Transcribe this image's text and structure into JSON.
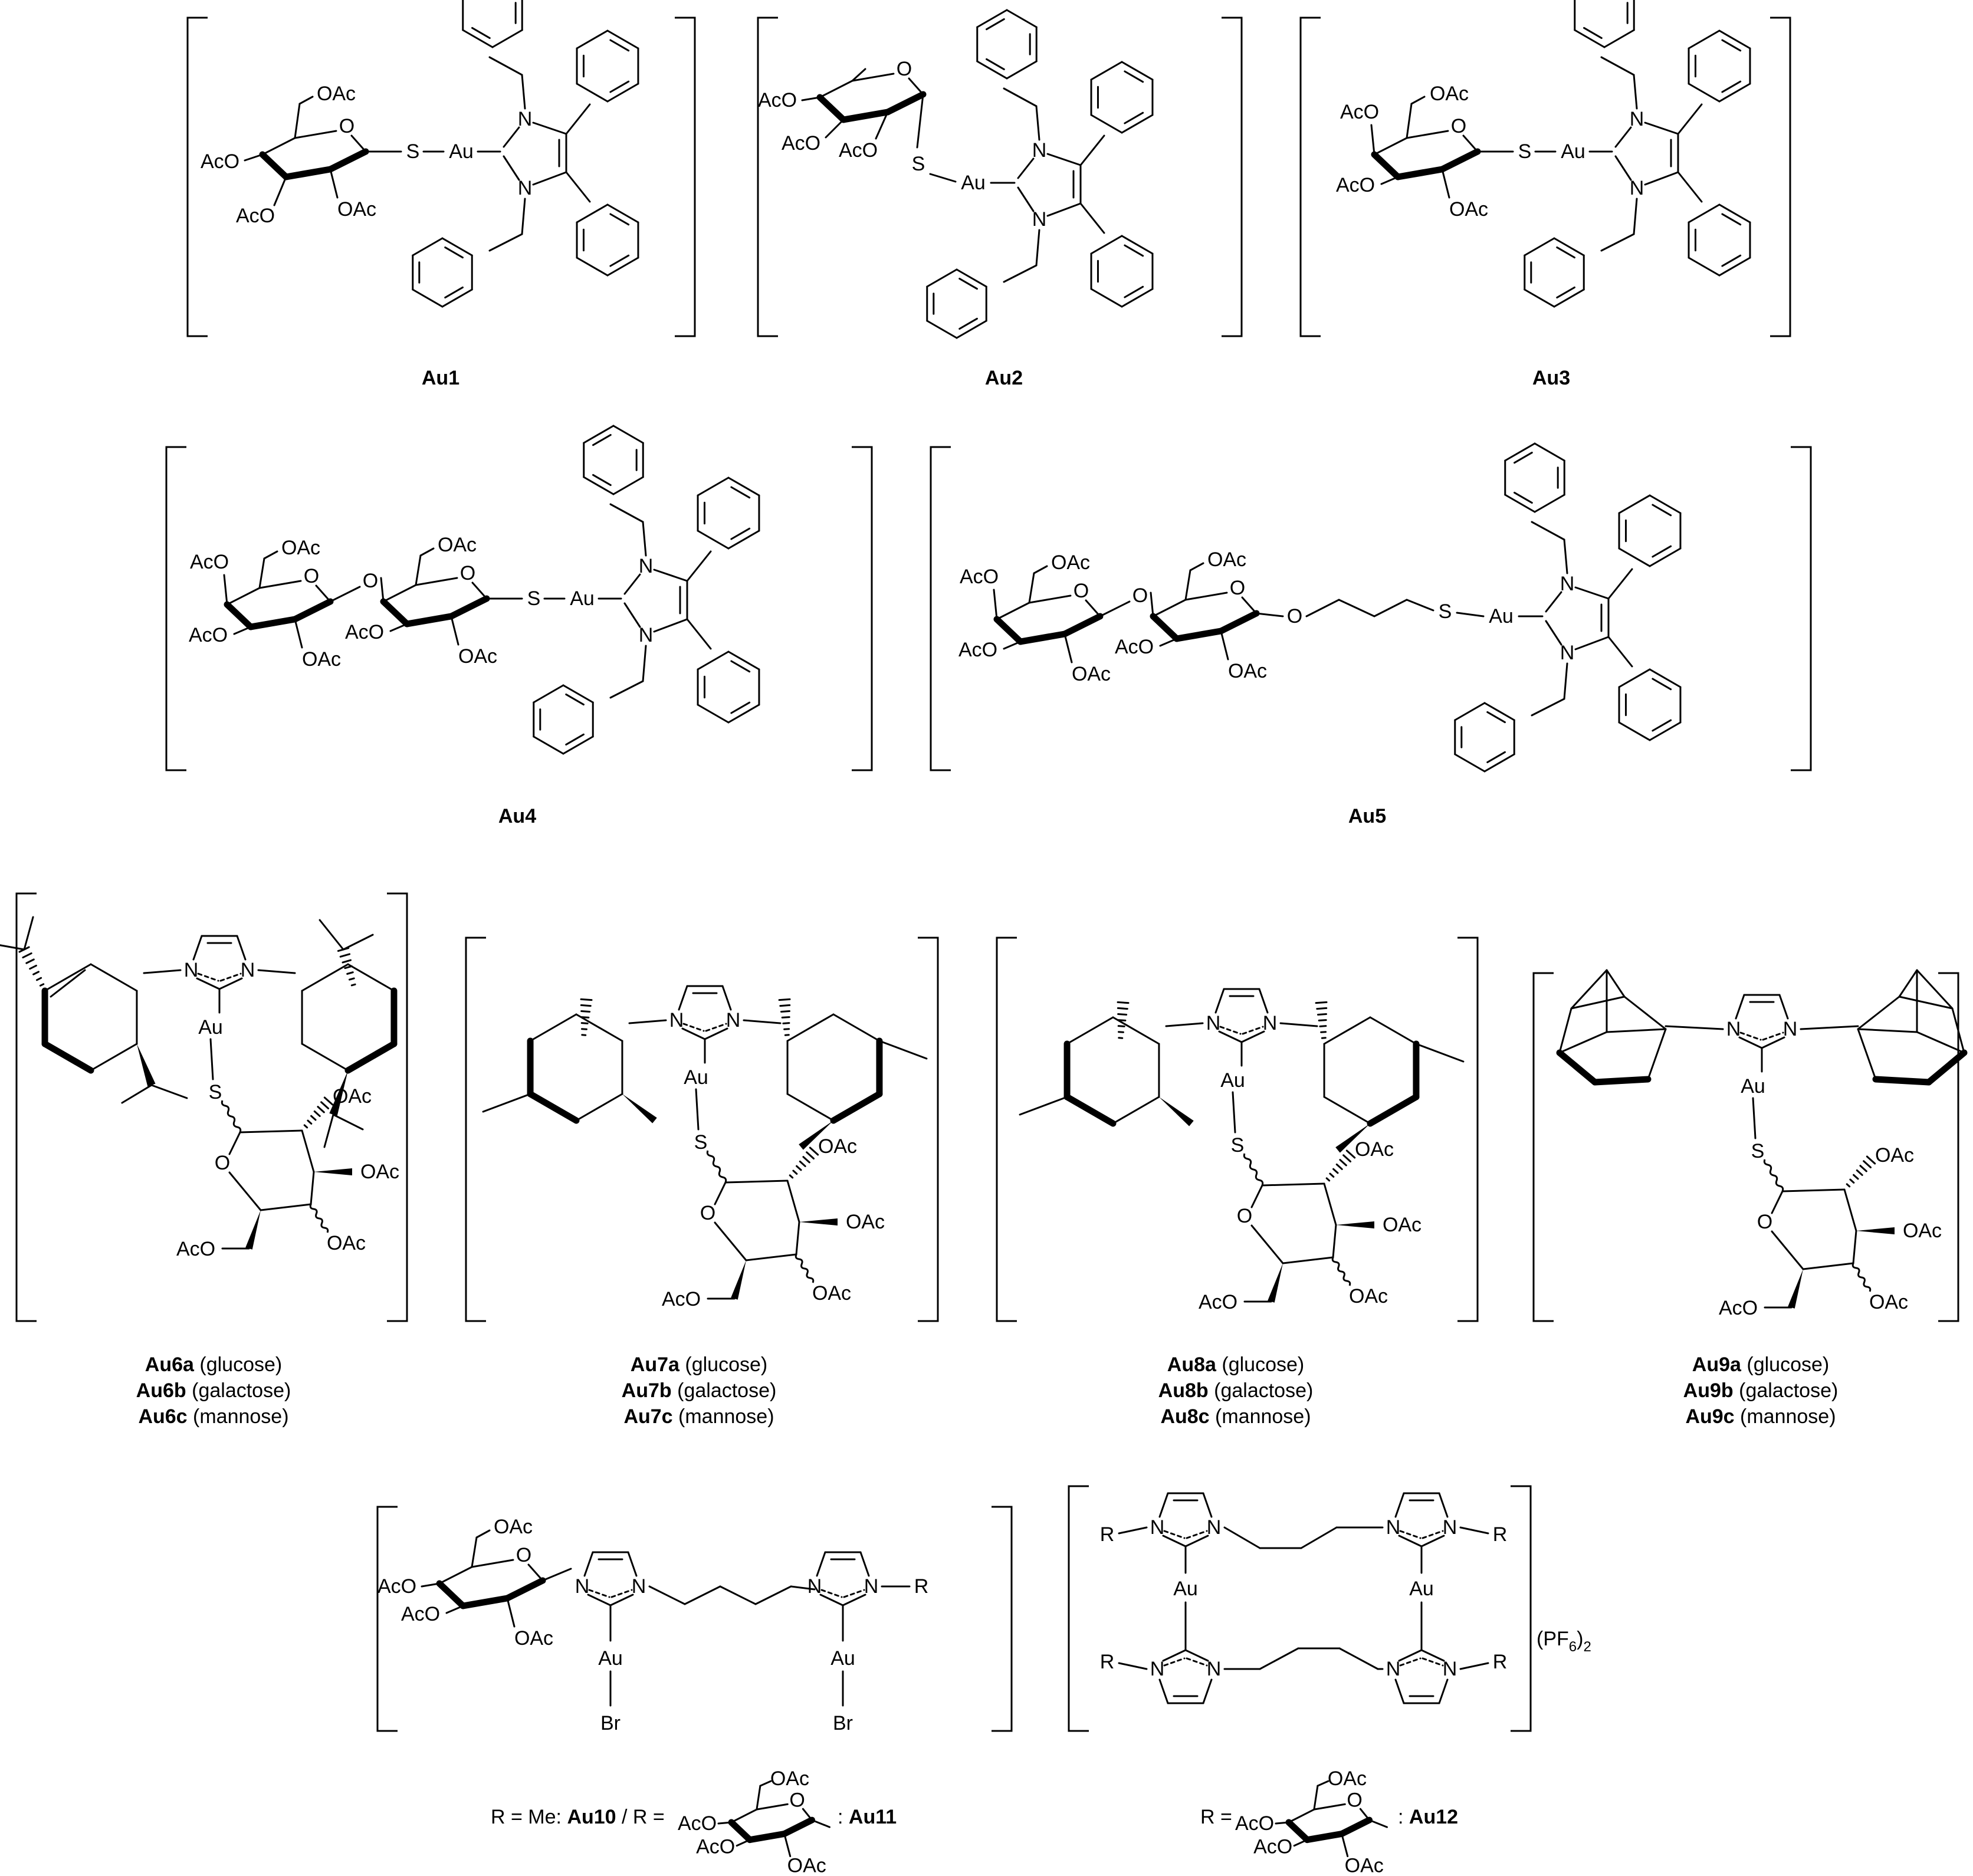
{
  "compounds": {
    "au1": "Au1",
    "au2": "Au2",
    "au3": "Au3",
    "au4": "Au4",
    "au5": "Au5",
    "au6a": "Au6a",
    "au6b": "Au6b",
    "au6c": "Au6c",
    "au7a": "Au7a",
    "au7b": "Au7b",
    "au7c": "Au7c",
    "au8a": "Au8a",
    "au8b": "Au8b",
    "au8c": "Au8c",
    "au9a": "Au9a",
    "au9b": "Au9b",
    "au9c": "Au9c",
    "au10": "Au10",
    "au11": "Au11",
    "au12": "Au12"
  },
  "sugars": {
    "glucose": " (glucose)",
    "galactose": " (galactose)",
    "mannose": " (mannose)"
  },
  "atoms": {
    "oac": "OAc",
    "aco": "AcO",
    "o": "O",
    "s": "S",
    "au": "Au",
    "n": "N",
    "br": "Br",
    "r": "R"
  },
  "captions": {
    "r_me": "R = Me: ",
    "slash_r": " / R = ",
    "colon": ": ",
    "r_eq": "R = ",
    "pf6_open": "(PF",
    "pf6_sub": "6",
    "pf6_close": ")",
    "pf6_count": "2"
  }
}
